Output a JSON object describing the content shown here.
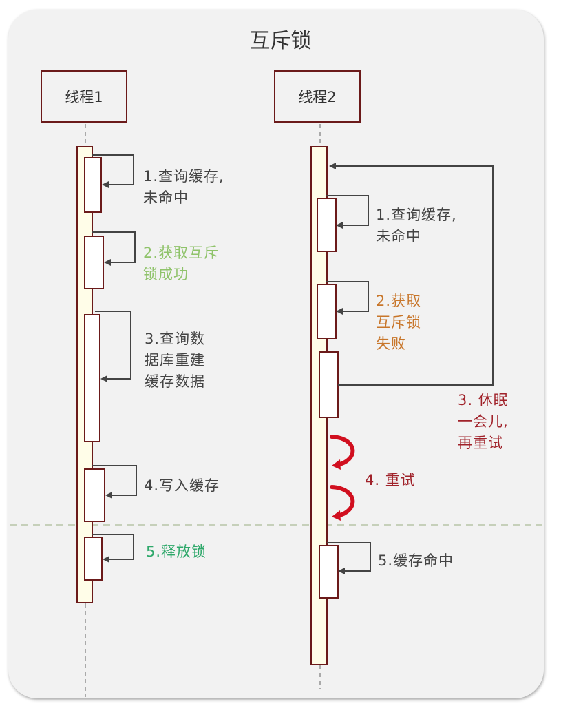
{
  "title": "互斥锁",
  "actors": [
    {
      "name": "线程1"
    },
    {
      "name": "线程2"
    }
  ],
  "colors": {
    "border": "#6b1a1a",
    "lifeline_fill": "#fffde8",
    "activation_fill": "#ffffff",
    "arrow": "#444444",
    "success_green": "#8fc36a",
    "release_green": "#2ea86a",
    "fail_orange": "#c8762a",
    "retry_red": "#a0222a",
    "retry_arrow": "#d10f1f",
    "separator": "#b8c4a8",
    "background": "#f2f2f2"
  },
  "thread1_steps": [
    {
      "lines": [
        "1.查询缓存,",
        " 未命中"
      ],
      "color": "default"
    },
    {
      "lines": [
        "2.获取互斥",
        " 锁成功"
      ],
      "color": "success_green"
    },
    {
      "lines": [
        "3.查询数",
        "据库重建",
        "缓存数据"
      ],
      "color": "default"
    },
    {
      "lines": [
        "4.写入缓存"
      ],
      "color": "default"
    },
    {
      "lines": [
        "5.释放锁"
      ],
      "color": "release_green"
    }
  ],
  "thread2_steps": [
    {
      "lines": [
        "1.查询缓存,",
        " 未命中"
      ],
      "color": "default"
    },
    {
      "lines": [
        "2.获取",
        "互斥锁",
        "失败"
      ],
      "color": "fail_orange"
    },
    {
      "lines": [
        "3. 休眠",
        "一会儿,",
        "再重试"
      ],
      "color": "retry_red"
    },
    {
      "lines": [
        "4. 重试"
      ],
      "color": "retry_red"
    },
    {
      "lines": [
        "5.缓存命中"
      ],
      "color": "default"
    }
  ]
}
